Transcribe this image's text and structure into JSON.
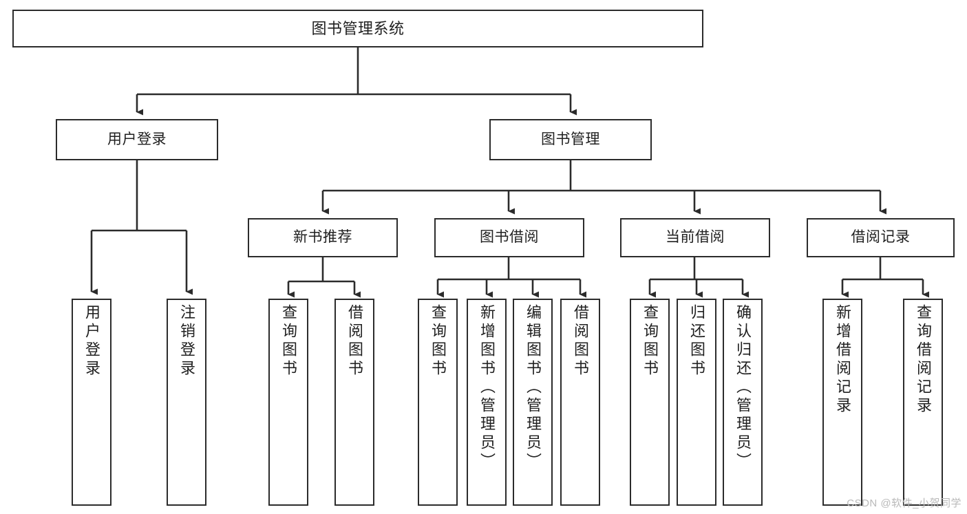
{
  "diagram": {
    "type": "tree",
    "title": "图书管理系统",
    "orientation": "top-down",
    "colors": {
      "stroke": "#2b2b2b",
      "fill": "#ffffff",
      "text": "#1f1f1f",
      "watermark": "#b9b9b9"
    },
    "root": {
      "label": "图书管理系统"
    },
    "level2": [
      {
        "label": "用户登录"
      },
      {
        "label": "图书管理"
      }
    ],
    "level3": [
      {
        "label": "新书推荐"
      },
      {
        "label": "图书借阅"
      },
      {
        "label": "当前借阅"
      },
      {
        "label": "借阅记录"
      }
    ],
    "leaves": {
      "user_login": [
        {
          "label": "用户登录"
        },
        {
          "label": "注销登录"
        }
      ],
      "new_book_recommend": [
        {
          "label": "查询图书"
        },
        {
          "label": "借阅图书"
        }
      ],
      "book_borrow": [
        {
          "label": "查询图书"
        },
        {
          "label": "新增图书（管理员）"
        },
        {
          "label": "编辑图书（管理员）"
        },
        {
          "label": "借阅图书"
        }
      ],
      "current_borrow": [
        {
          "label": "查询图书"
        },
        {
          "label": "归还图书"
        },
        {
          "label": "确认归还（管理员）"
        }
      ],
      "borrow_record": [
        {
          "label": "新增借阅记录"
        },
        {
          "label": "查询借阅记录"
        }
      ]
    }
  },
  "watermark": {
    "text": "CSDN @软件_小贺同学"
  }
}
